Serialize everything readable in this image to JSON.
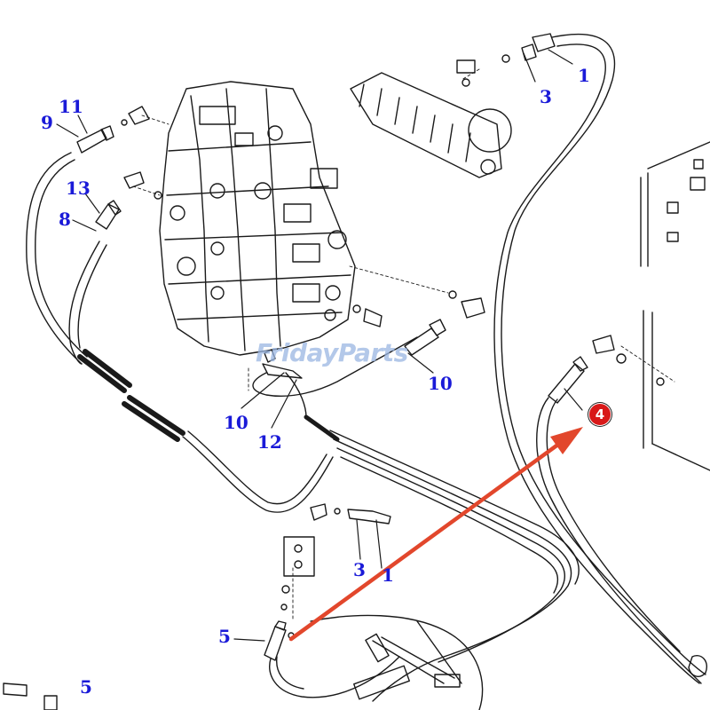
{
  "watermark": {
    "text": "FridayParts"
  },
  "callouts": {
    "c1_top": "1",
    "c3_top": "3",
    "c11": "11",
    "c9": "9",
    "c13": "13",
    "c8": "8",
    "c10_right": "10",
    "c10_left": "10",
    "c12": "12",
    "c3_mid": "3",
    "c1_mid": "1",
    "c5_left": "5",
    "c5_bottom": "5"
  },
  "highlight": {
    "number": "4",
    "badge_color": "#d81818",
    "arrow_color": "#e2472c"
  },
  "colors": {
    "callout": "#1a1ad8",
    "line_art": "#1a1a1a"
  }
}
